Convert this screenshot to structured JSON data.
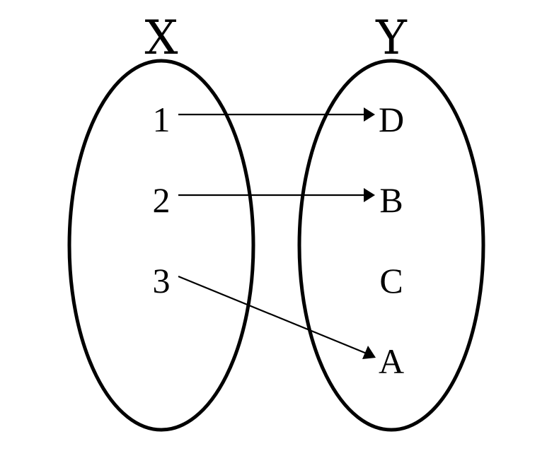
{
  "diagram": {
    "sets": [
      {
        "id": "X",
        "label": "X",
        "elements": [
          "1",
          "2",
          "3"
        ]
      },
      {
        "id": "Y",
        "label": "Y",
        "elements": [
          "D",
          "B",
          "C",
          "A"
        ]
      }
    ],
    "mappings": [
      {
        "from": "1",
        "to": "D"
      },
      {
        "from": "2",
        "to": "B"
      },
      {
        "from": "3",
        "to": "A"
      }
    ],
    "colors": {
      "stroke": "#000000",
      "background": "#ffffff"
    }
  }
}
